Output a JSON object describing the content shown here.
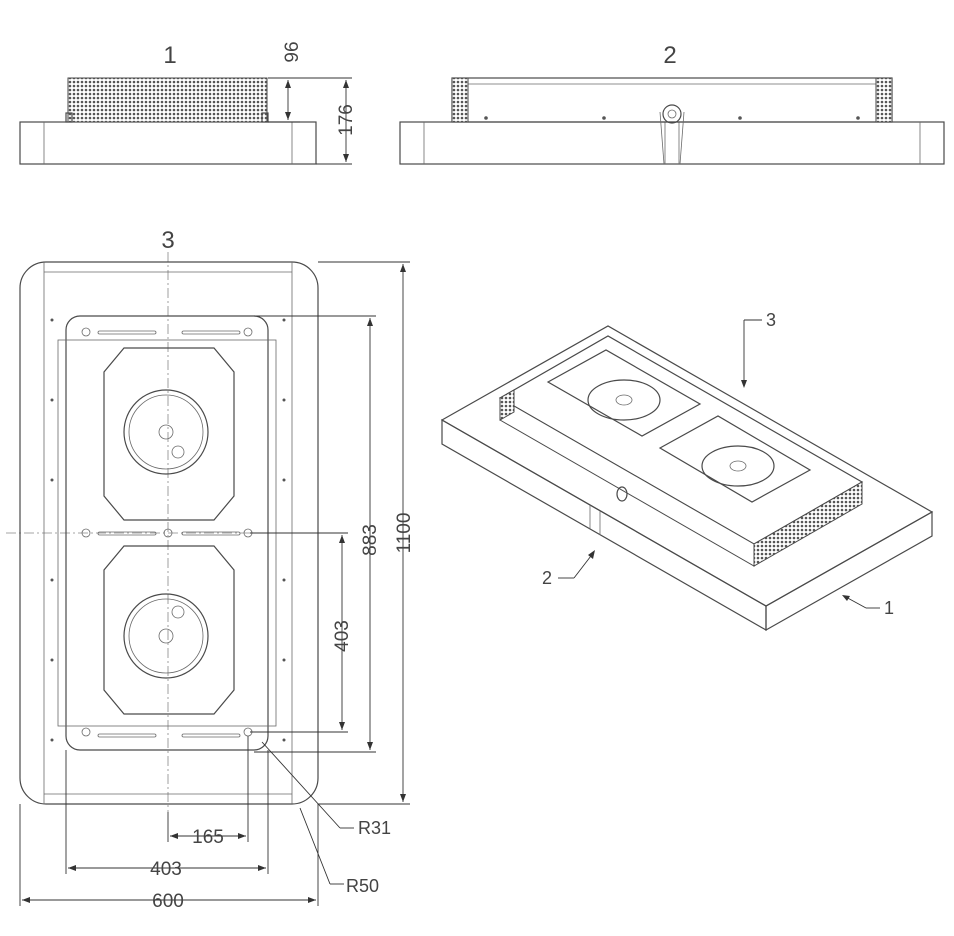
{
  "views": {
    "side": "1",
    "front": "2",
    "top": "3"
  },
  "dimensions": {
    "filter_height": "96",
    "total_height": "176",
    "total_length": "1100",
    "hole_span_length": "883",
    "module_pitch": "403",
    "hole_offset_x": "165",
    "inner_width": "403",
    "total_width": "600",
    "inner_radius": "R31",
    "outer_radius": "R50"
  },
  "callouts": {
    "c3": "3",
    "c2": "2",
    "c1": "1"
  },
  "colors": {
    "line": "#4a4a4a",
    "mesh": "#555555",
    "background": "#ffffff"
  }
}
